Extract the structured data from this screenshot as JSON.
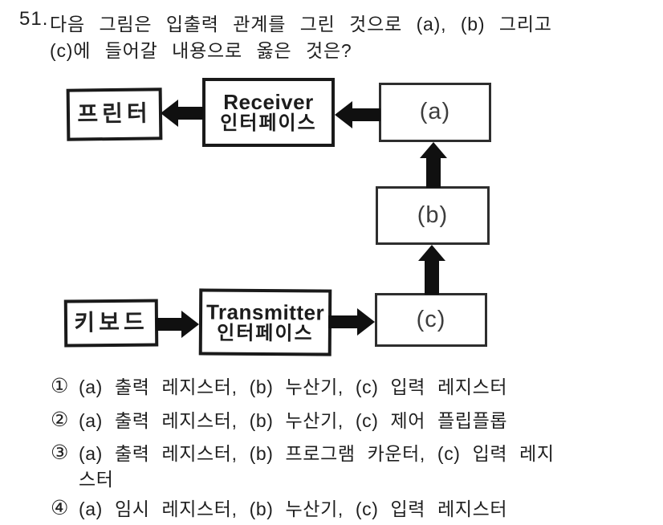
{
  "colors": {
    "ink": "#1f1f1f",
    "paper": "#ffffff"
  },
  "question": {
    "number": "51.",
    "line1": "다음 그림은 입출력 관계를 그린 것으로 (a), (b) 그리고",
    "line2": "(c)에 들어갈 내용으로 옳은 것은?"
  },
  "diagram": {
    "printer_label": "프린터",
    "receiver_line1": "Receiver",
    "receiver_line2": "인터페이스",
    "box_a_label": "(a)",
    "box_b_label": "(b)",
    "box_c_label": "(c)",
    "keyboard_label": "키보드",
    "transmitter_line1": "Transmitter",
    "transmitter_line2": "인터페이스"
  },
  "choices": [
    {
      "marker": "①",
      "text": "(a) 출력 레지스터, (b) 누산기, (c) 입력 레지스터"
    },
    {
      "marker": "②",
      "text": "(a) 출력 레지스터, (b) 누산기, (c) 제어 플립플롭"
    },
    {
      "marker": "③",
      "text": "(a) 출력 레지스터, (b) 프로그램 카운터, (c) 입력 레지",
      "text2": "스터"
    },
    {
      "marker": "④",
      "text": "(a) 임시 레지스터, (b) 누산기, (c) 입력 레지스터"
    }
  ]
}
